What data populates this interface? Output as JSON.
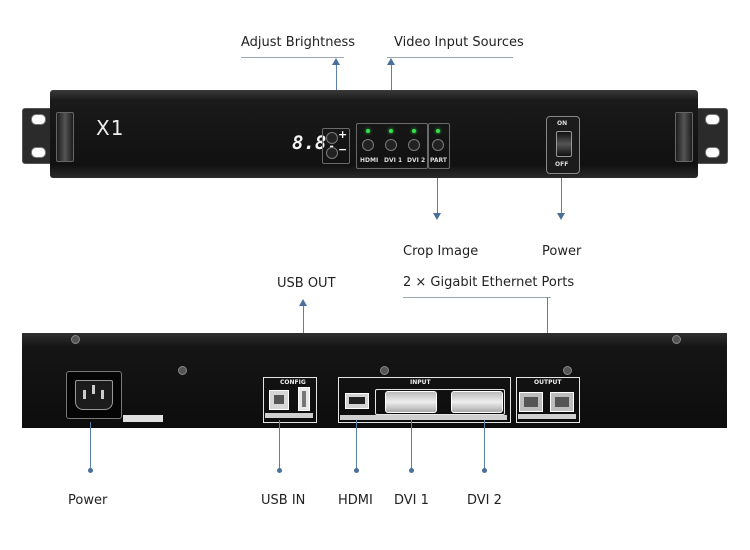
{
  "front_panel": {
    "logo": "X1",
    "display": "8.8.",
    "plus": "+",
    "minus": "−",
    "buttons": [
      "HDMI",
      "DVI 1",
      "DVI 2"
    ],
    "part_button": "PART",
    "switch_on": "ON",
    "switch_off": "OFF"
  },
  "front_callouts": {
    "adjust_brightness": "Adjust Brightness",
    "video_input_sources": "Video Input Sources",
    "crop_image": "Crop Image",
    "power": "Power"
  },
  "rear_panel": {
    "config": "CONFIG",
    "input": "INPUT",
    "output": "OUTPUT"
  },
  "rear_callouts": {
    "usb_out": "USB OUT",
    "gigabit": "2 × Gigabit Ethernet Ports",
    "power": "Power",
    "usb_in": "USB IN",
    "hdmi": "HDMI",
    "dvi1": "DVI 1",
    "dvi2": "DVI 2"
  },
  "colors": {
    "led_green": "#37e24b",
    "callout_line": "#4a6f99"
  }
}
